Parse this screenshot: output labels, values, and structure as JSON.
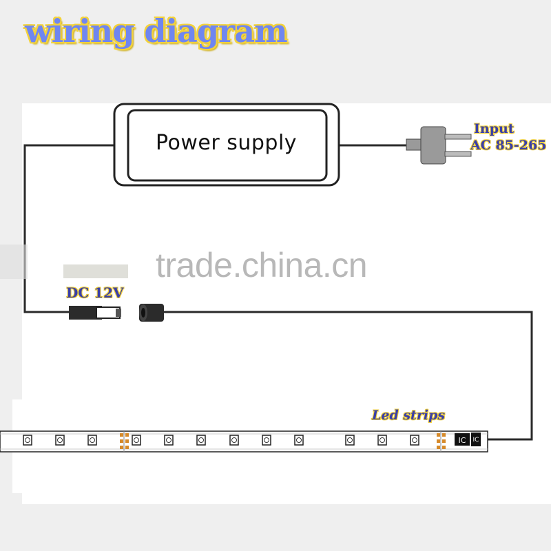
{
  "title": "wiring diagram",
  "power_supply": {
    "label": "Power supply"
  },
  "input": {
    "line1": "Input",
    "line2": "AC 85-265"
  },
  "dc_label": "DC 12V",
  "led_label": "Led strips",
  "watermark": "trade.china.cn",
  "chip_labels": [
    "IC",
    "IC"
  ]
}
